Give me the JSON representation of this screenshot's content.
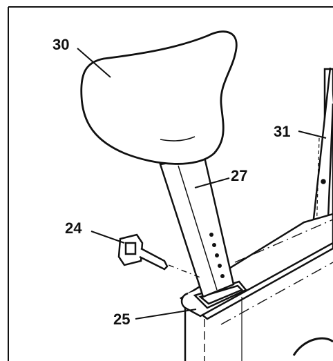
{
  "diagram": {
    "callouts": {
      "seat": "30",
      "upright": "31",
      "seat_post": "27",
      "knob": "24",
      "bushing": "25"
    }
  },
  "colors": {
    "ink": "#111111",
    "paper": "#ffffff"
  }
}
